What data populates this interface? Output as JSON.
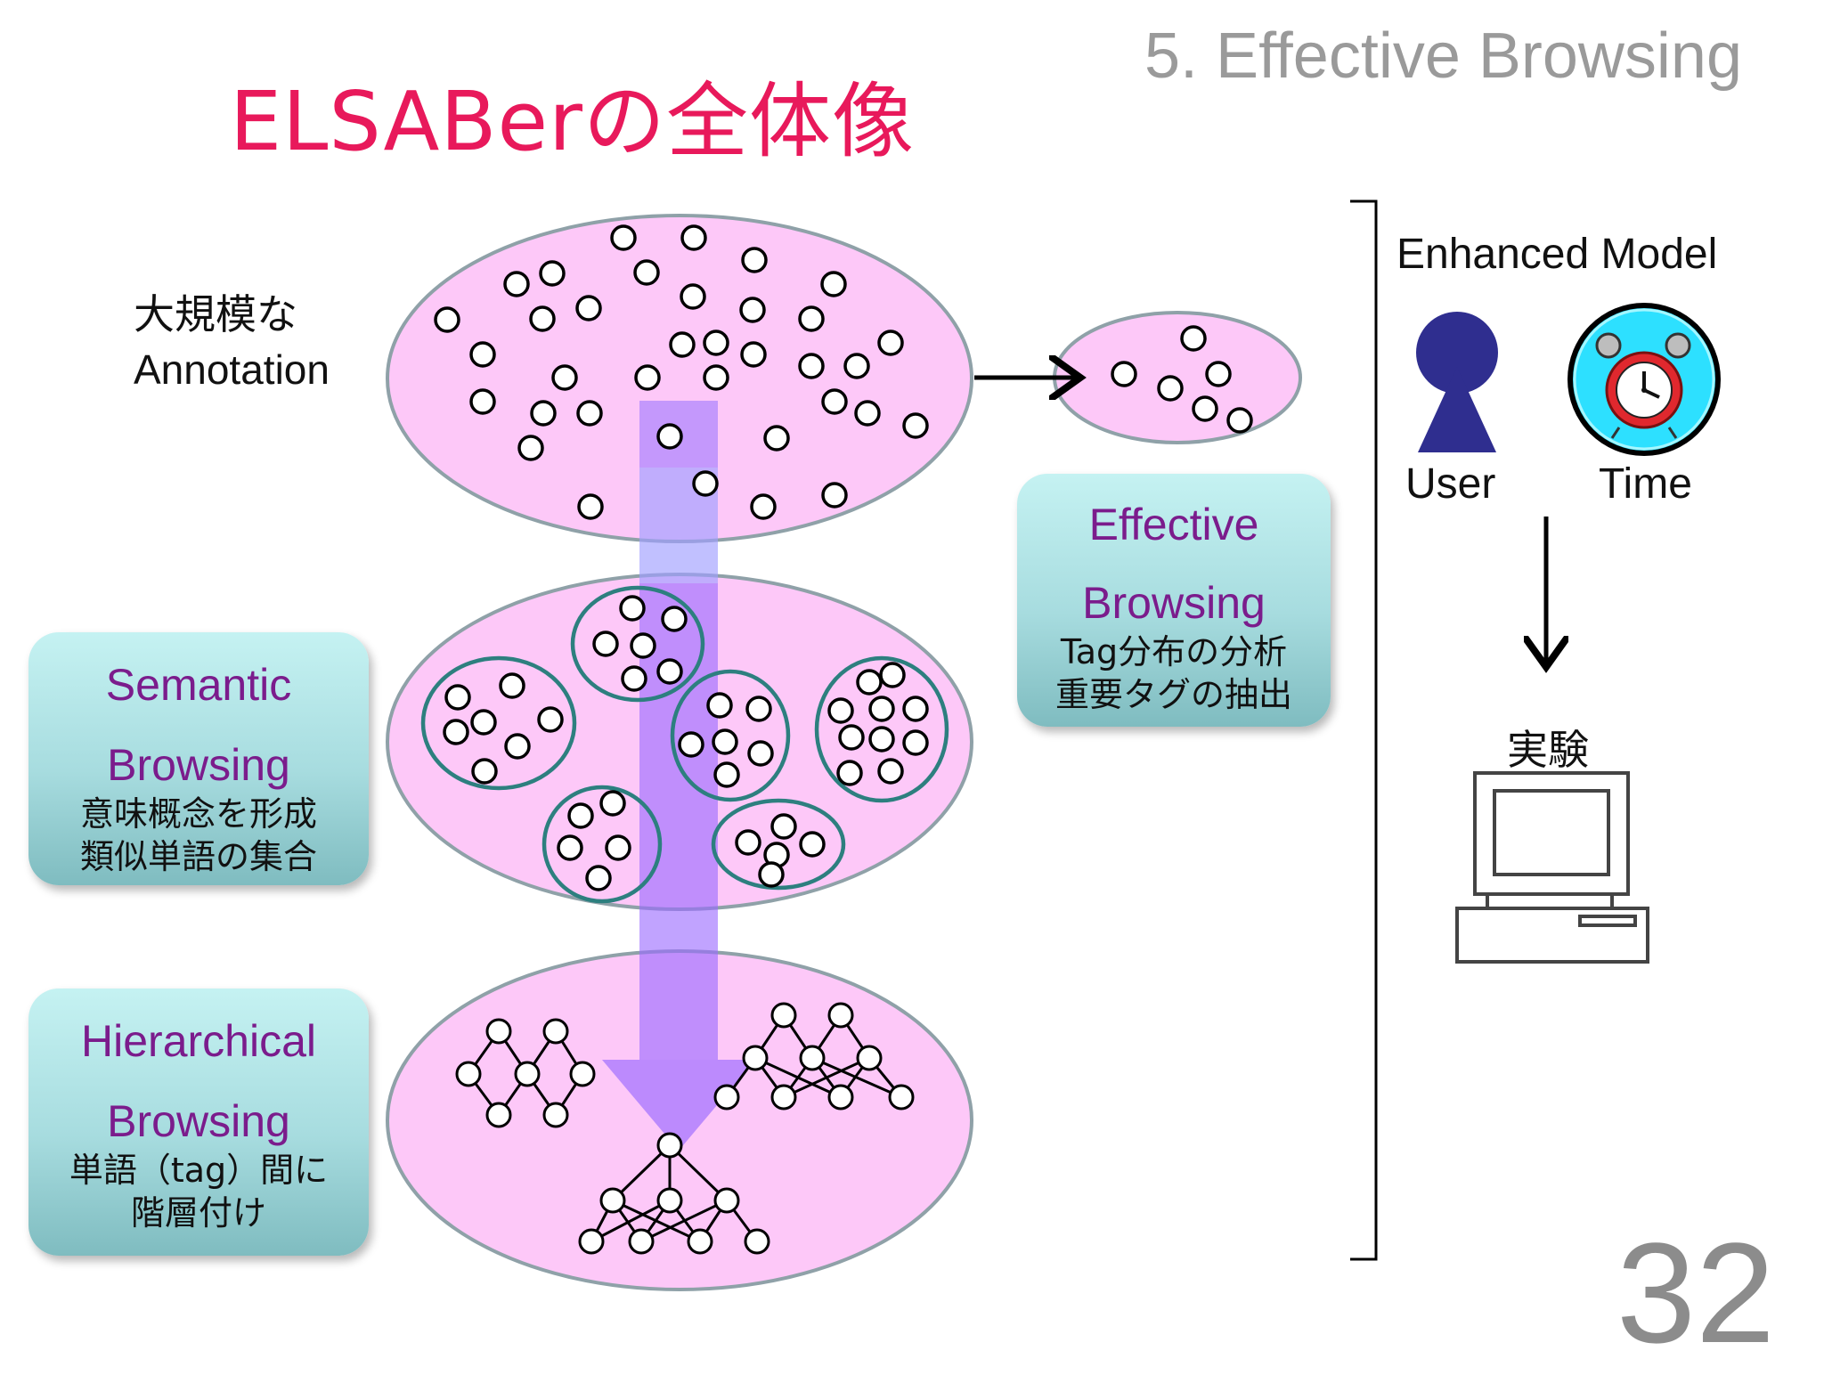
{
  "slide": {
    "title": "ELSABerの全体像",
    "section_heading": "5. Effective Browsing",
    "page_number": "32"
  },
  "annotation": {
    "line1": "大規模な",
    "line2": "Annotation"
  },
  "callouts": {
    "semantic": {
      "title1": "Semantic",
      "title2": "Browsing",
      "desc1": "意味概念を形成",
      "desc2": "類似単語の集合"
    },
    "hierarchical": {
      "title1": "Hierarchical",
      "title2": "Browsing",
      "desc1": "単語（tag）間に",
      "desc2": "階層付け"
    },
    "effective": {
      "title1": "Effective",
      "title2": "Browsing",
      "desc1": "Tag分布の分析",
      "desc2": "重要タグの抽出"
    }
  },
  "enhanced_model": {
    "label": "Enhanced Model",
    "user_label": "User",
    "time_label": "Time",
    "experiment_label": "実験"
  },
  "colors": {
    "title": "#e8195b",
    "callout_heading": "#7b1c8c",
    "ellipse_fill": "#fdc8f8",
    "ellipse_stroke": "#8fa1a8",
    "flow_arrow": "#9b87ff",
    "user_icon": "#2f2e8f",
    "clock_face": "#2de0ff",
    "clock_body": "#e0282e"
  },
  "icons": [
    "user-icon",
    "alarm-clock-icon",
    "computer-icon"
  ]
}
